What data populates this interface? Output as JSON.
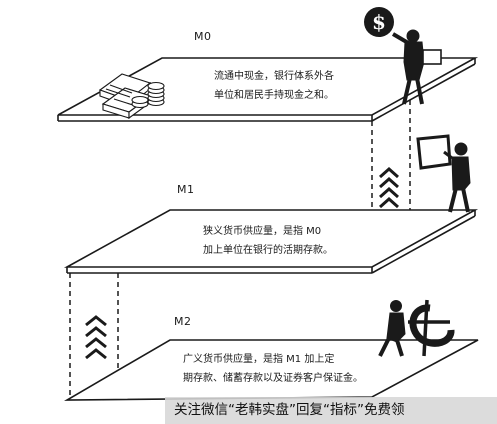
{
  "levels": [
    {
      "label": "M0",
      "desc_lines": [
        "流通中现金，银行体系外各",
        "单位和居民手持现金之和。"
      ]
    },
    {
      "label": "M1",
      "desc_lines": [
        "狭义货币供应量，是指 M0",
        "加上单位在银行的活期存款。"
      ]
    },
    {
      "label": "M2",
      "desc_lines": [
        "广义货币供应量，是指 M1 加上定",
        "期存款、储蓄存款以及证券客户保证金。"
      ]
    }
  ],
  "watermark": "关注微信“老韩实盘”回复“指标”免费领",
  "icons": [
    "banknote-stack-icon",
    "dollar-coin-icon",
    "person-icon",
    "chevron-up-icon"
  ],
  "colors": {
    "ink": "#1a1a1a",
    "watermark_bg": "#d7d7d7"
  }
}
